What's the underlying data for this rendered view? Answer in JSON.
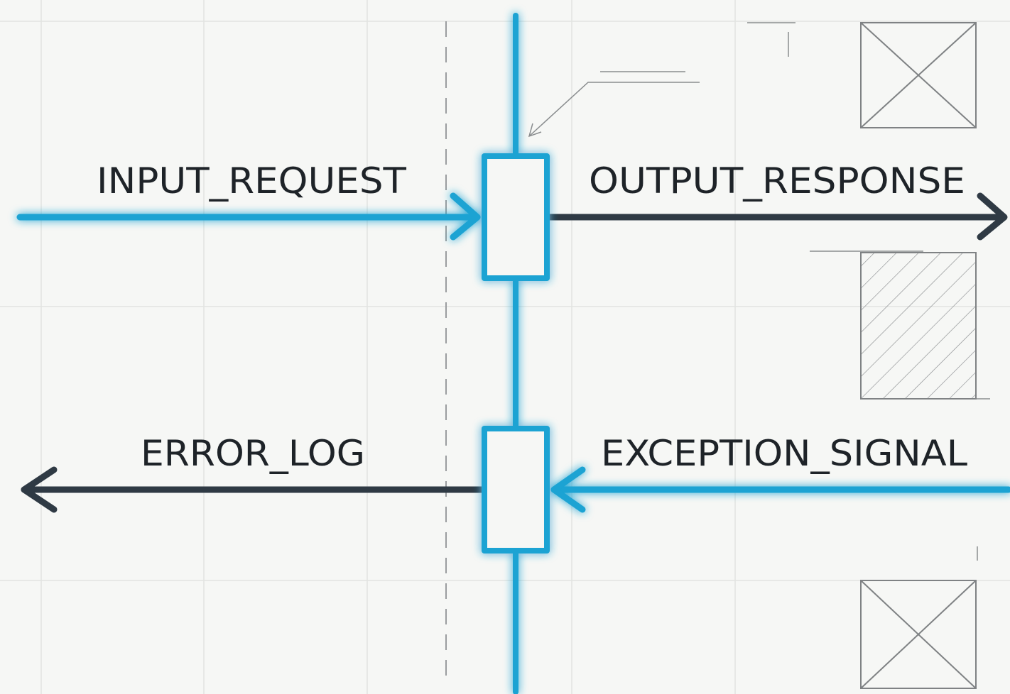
{
  "diagram": {
    "labels": {
      "input_request": "INPUT_REQUEST",
      "output_response": "OUTPUT_RESPONSE",
      "error_log": "ERROR_LOG",
      "exception_signal": "EXCEPTION_SIGNAL"
    },
    "colors": {
      "background": "#f6f7f5",
      "grid": "#e2e4e1",
      "accent": "#1aa3d3",
      "glow": "#40d4ff",
      "dark_arrow": "#2f3a44",
      "label_text": "#1e2328",
      "sketch": "#8a8d8f"
    },
    "icons": [
      "placeholder-image-icon",
      "hatched-block-icon",
      "placeholder-image-icon"
    ]
  }
}
